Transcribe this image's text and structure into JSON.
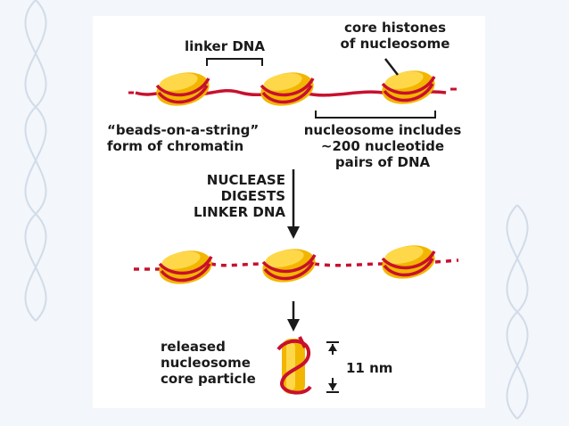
{
  "labels": {
    "linker_dna": "linker DNA",
    "core_histones_line1": "core histones",
    "core_histones_line2": "of nucleosome",
    "beads_line1": "“beads-on-a-string”",
    "beads_line2": "form of chromatin",
    "nucleosome_line1": "nucleosome includes",
    "nucleosome_line2": "~200 nucleotide",
    "nucleosome_line3": "pairs of DNA",
    "nuclease_line1": "NUCLEASE",
    "nuclease_line2": "DIGESTS",
    "nuclease_line3": "LINKER DNA",
    "released_line1": "released",
    "released_line2": "nucleosome",
    "released_line3": "core particle",
    "size": "11 nm"
  },
  "colors": {
    "dna": "#c8102e",
    "histone": "#f2b600",
    "histone_light": "#ffd84a",
    "text": "#1a1a1a",
    "arrow": "#1a1a1a"
  }
}
